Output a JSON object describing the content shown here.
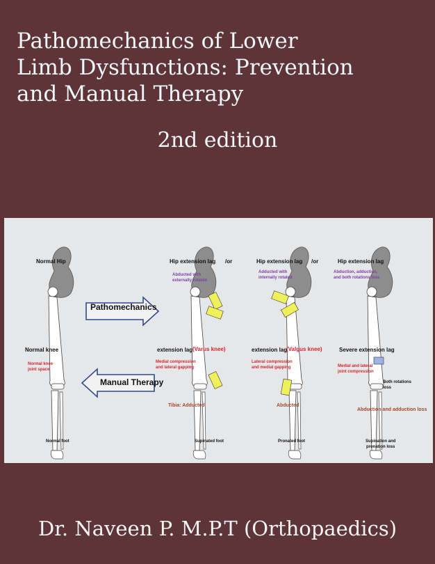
{
  "title": {
    "line1": "Pathomechanics of Lower",
    "line2": "Limb Dysfunctions: Prevention",
    "line3": "and Manual Therapy"
  },
  "edition": "2nd edition",
  "author": "Dr. Naveen P. M.P.T (Orthopaedics)",
  "figure": {
    "pathomechanics": "Pathomechanics",
    "manual_therapy": "Manual Therapy",
    "col1": {
      "hip": "Normal Hip",
      "knee": "Normal knee",
      "knee_note": "Normal knee\njoint space",
      "foot": "Normal foot"
    },
    "col2": {
      "hip": "Hip extension lag",
      "or": "/or",
      "hip_note": "Abducted with\nexternally rotated",
      "knee_a": "extension lag",
      "knee_b": "(Varus knee)",
      "knee_note": "Medial compression\nand lateral gapping",
      "tibia": "Tibia: Adducted",
      "foot": "Supinated foot"
    },
    "col3": {
      "hip": "Hip extension lag",
      "or": "/or",
      "hip_note": "Adducted with\ninternally rotated",
      "knee_a": "extension lag",
      "knee_b": "(Valgus knee)",
      "knee_note": "Lateral compression\nand medial gapping",
      "tibia": "Abducted",
      "foot": "Pronated foot"
    },
    "col4": {
      "hip": "Hip extension lag",
      "hip_note": "Abduction, adduction,\nand both rotations loss",
      "knee": "Severe extension lag",
      "knee_note": "Medial and lateral\njoint compression",
      "rot": "Both rotations\nloss",
      "abd": "Abduction and adduction loss",
      "foot": "Supination and\npronation loss"
    }
  }
}
